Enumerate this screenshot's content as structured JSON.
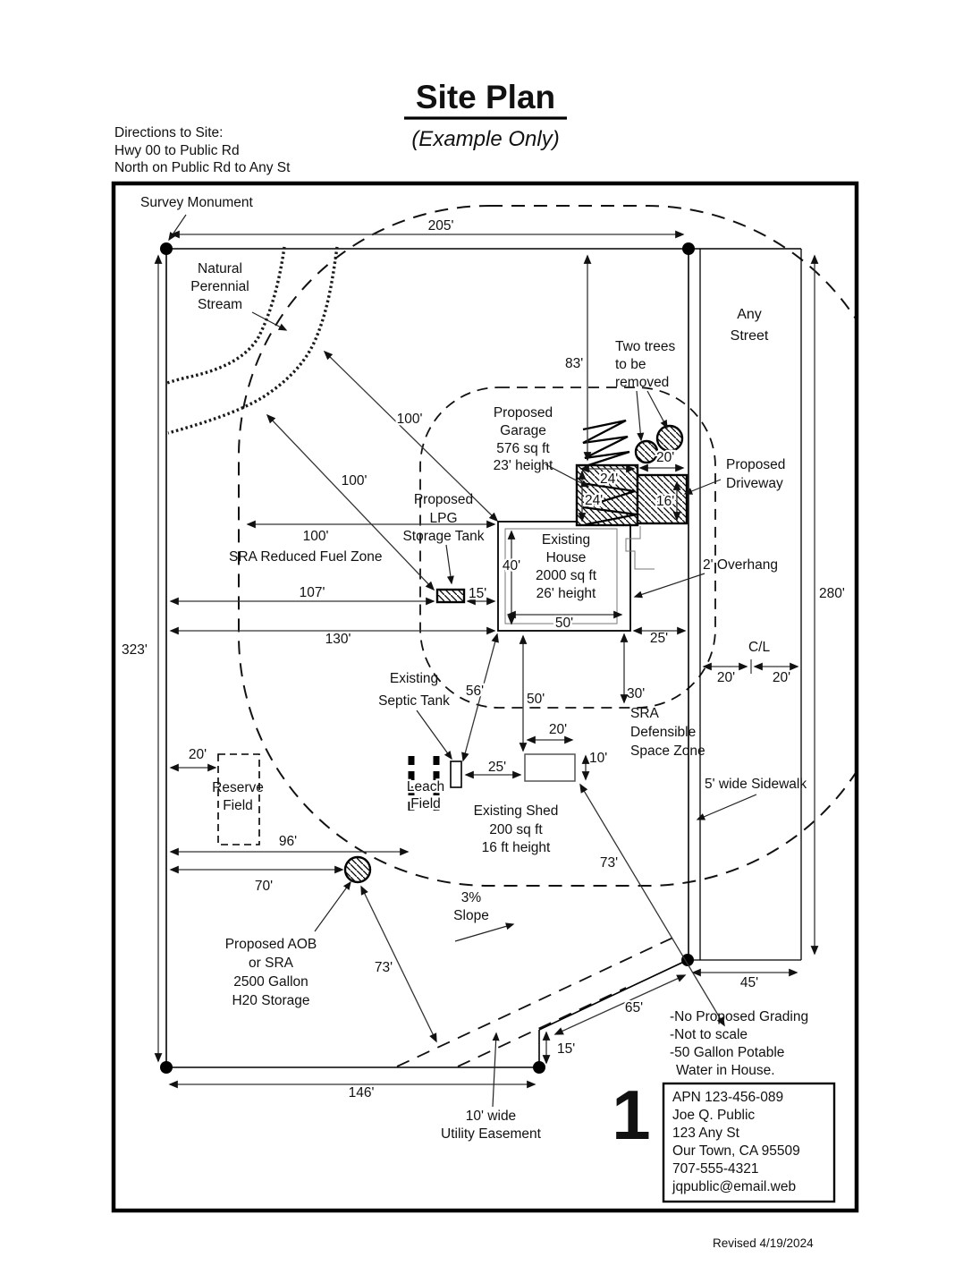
{
  "title": "Site Plan",
  "subtitle": "(Example  Only)",
  "directions": [
    "Directions to Site:",
    "Hwy 00 to Public Rd",
    "North on Public Rd to Any St"
  ],
  "page_number": "1",
  "revised": "Revised 4/19/2024",
  "owner": [
    "APN 123-456-089",
    "Joe Q. Public",
    "123 Any St",
    "Our Town, CA 95509",
    "707-555-4321",
    "jqpublic@email.web"
  ],
  "notes": [
    "-No Proposed Grading",
    "-Not to scale",
    "-50 Gallon Potable",
    "Water in House."
  ],
  "labels": {
    "survey_monument": "Survey Monument",
    "stream": [
      "Natural",
      "Perennial",
      "Stream"
    ],
    "street": [
      "Any",
      "Street"
    ],
    "trees": [
      "Two trees",
      "to be",
      "removed"
    ],
    "garage": [
      "Proposed",
      "Garage",
      "576 sq ft",
      "23' height"
    ],
    "driveway": [
      "Proposed",
      "Driveway"
    ],
    "lpg": [
      "Proposed",
      "LPG",
      "Storage Tank"
    ],
    "house": [
      "Existing",
      "House",
      "2000 sq ft",
      "26' height"
    ],
    "overhang": "2' Overhang",
    "fuel_zone": "SRA Reduced Fuel Zone",
    "centerline": "C/L",
    "septic": [
      "Existing",
      "Septic Tank"
    ],
    "defensible": [
      "SRA",
      "Defensible",
      "Space Zone"
    ],
    "sidewalk": "5' wide Sidewalk",
    "reserve": [
      "Reserve",
      "Field"
    ],
    "leach": [
      "Leach",
      "Field"
    ],
    "shed": [
      "Existing Shed",
      "200 sq ft",
      "16 ft height"
    ],
    "slope": [
      "3%",
      "Slope"
    ],
    "aob": [
      "Proposed AOB",
      "or SRA",
      "2500 Gallon",
      "H20 Storage"
    ],
    "easement": [
      "10' wide",
      "Utility Easement"
    ]
  },
  "dims": {
    "lot_top": "205'",
    "lot_left": "323'",
    "street_depth": "280'",
    "garage_setback": "83'",
    "bottom": "146'",
    "street_bottom": "45'",
    "diag": "65'",
    "diag_jog": "15'",
    "d107": "107'",
    "lpg_to_house": "15'",
    "d130": "130'",
    "house_to_line": "25'",
    "stream_a": "100'",
    "stream_b": "100'",
    "fuel": "100'",
    "house_depth": "40'",
    "house_width": "50'",
    "house_to_shed": "50'",
    "septic_diag": "56'",
    "zone30": "30'",
    "shed_w": "20'",
    "shed_h": "10'",
    "septic_to_shed": "25'",
    "reserve_offset": "20'",
    "d96": "96'",
    "d70": "70'",
    "tank_diag": "73'",
    "shed_diag": "73'",
    "garage_w": "24'",
    "garage_d": "24'",
    "drive_w": "20'",
    "drive_d": "16'",
    "cl_left": "20'",
    "cl_right": "20'"
  }
}
